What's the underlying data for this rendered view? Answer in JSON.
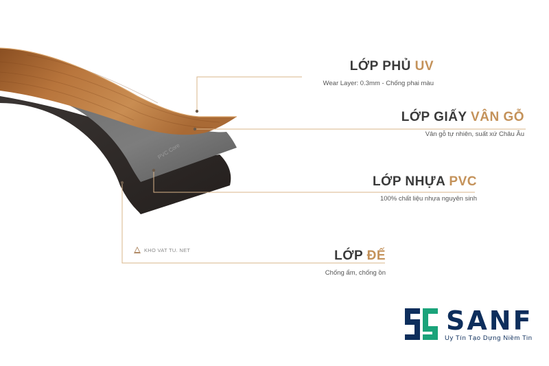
{
  "layers": [
    {
      "title_main": "LỚP PHỦ ",
      "title_accent": "UV",
      "description": "Wear Layer: 0.3mm - Chống phai màu"
    },
    {
      "title_main": "LỚP GIẤY ",
      "title_accent": "VÂN GỖ",
      "description": "Vân gỗ tự nhiên, suất xứ Châu Âu"
    },
    {
      "title_main": "LỚP NHỰA ",
      "title_accent": "PVC",
      "description": "100% chất liệu nhựa nguyên sinh"
    },
    {
      "title_main": "LỚP ",
      "title_accent": "ĐẾ",
      "description": "Chống ẩm, chống ồn"
    }
  ],
  "core_text": "PVC Core",
  "watermark": "KHO VAT TU. NET",
  "brand": {
    "name": "SANF",
    "slogan": "Uy Tín Tạo Dựng Niềm Tin"
  },
  "colors": {
    "accent": "#c4925a",
    "title": "#3a3a3a",
    "brand_navy": "#0d2e5c",
    "brand_green": "#1aa37a",
    "leader_line": "#d9b48a"
  }
}
